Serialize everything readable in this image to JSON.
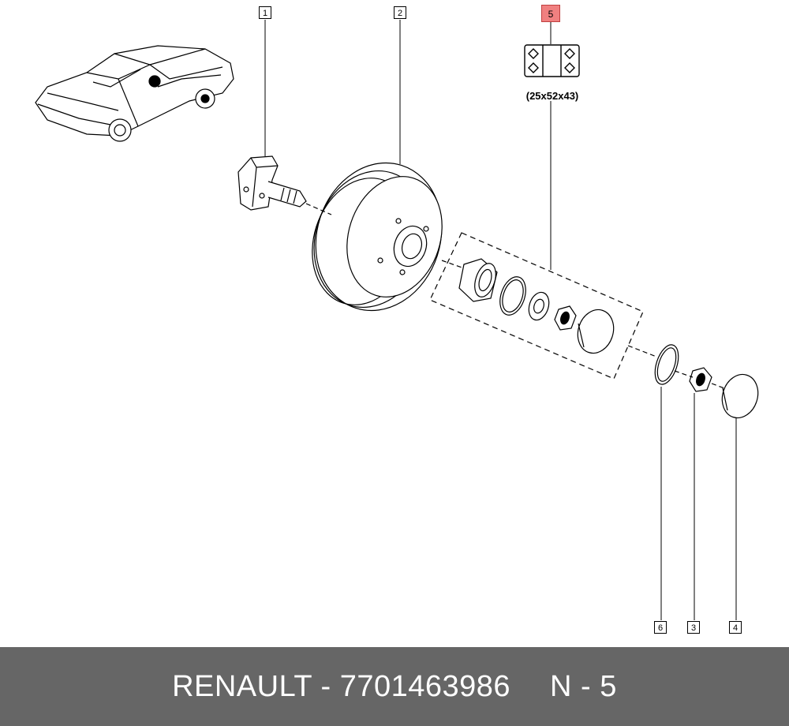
{
  "callouts": {
    "c1": "1",
    "c2": "2",
    "c5": "5",
    "c6": "6",
    "c3": "3",
    "c4": "4"
  },
  "dimension_label": "(25x52x43)",
  "footer": {
    "brand_part": "RENAULT - 7701463986",
    "ref": "N - 5"
  },
  "colors": {
    "footer_bg": "#666666",
    "highlight": "#f08080"
  }
}
